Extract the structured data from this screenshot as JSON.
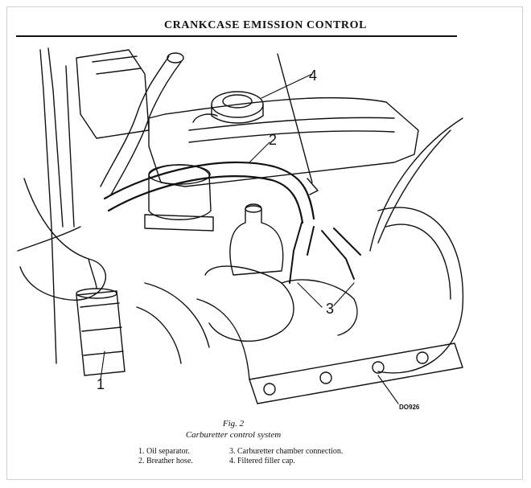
{
  "header": {
    "title": "CRANKCASE EMISSION CONTROL"
  },
  "figure": {
    "number": "Fig. 2",
    "title": "Carburetter control system",
    "ref_code": "DO926",
    "callouts": [
      "1",
      "2",
      "3",
      "4"
    ],
    "legend": [
      "1.  Oil separator.",
      "2.  Breather hose.",
      "3.  Carburetter chamber connection.",
      "4.  Filtered filler cap."
    ]
  }
}
